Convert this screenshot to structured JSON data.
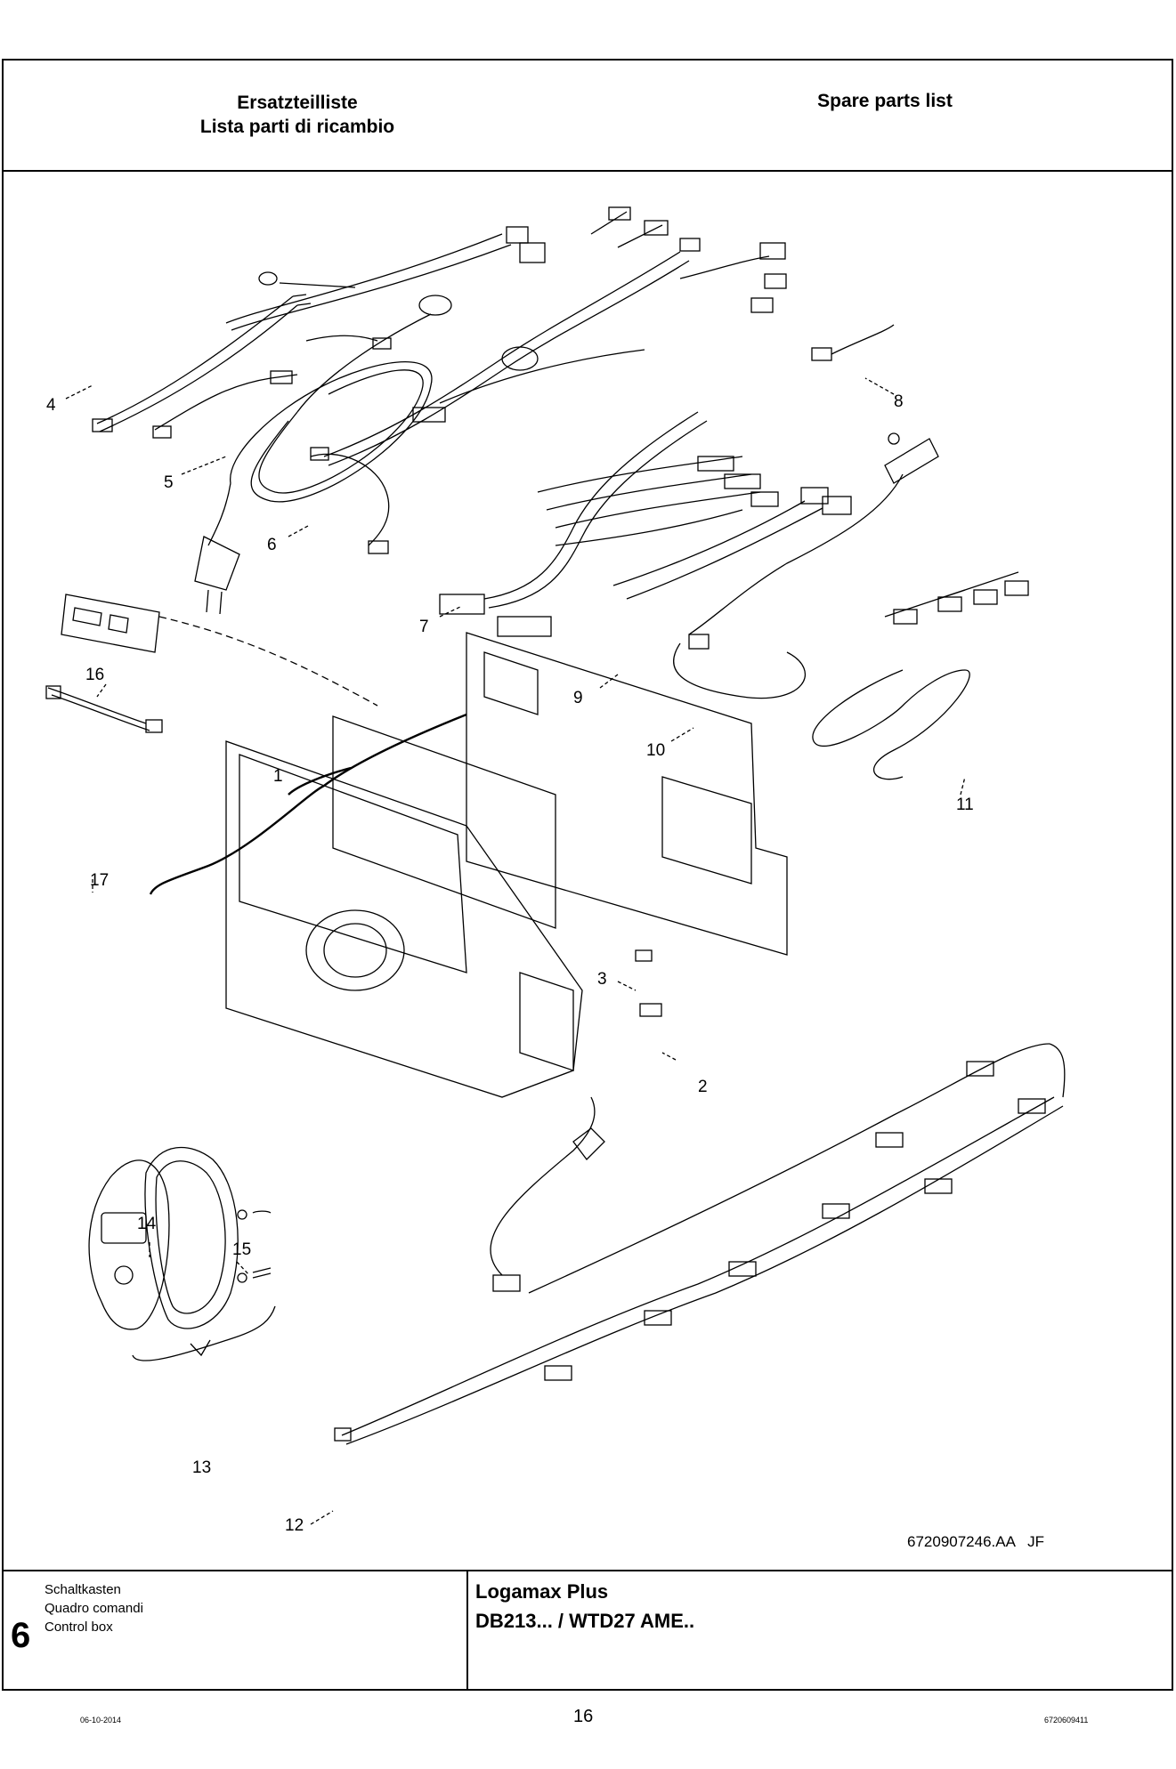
{
  "header": {
    "title_de": "Ersatzteilliste",
    "title_it": "Lista parti di ricambio",
    "title_en": "Spare parts list"
  },
  "drawing": {
    "part_numbers": [
      "4",
      "5",
      "6",
      "7",
      "8",
      "16",
      "9",
      "10",
      "11",
      "1",
      "17",
      "3",
      "2",
      "14",
      "15",
      "13",
      "12"
    ],
    "drawing_ref": "6720907246.AA   JF"
  },
  "footer": {
    "section_number": "6",
    "desc_de": "Schaltkasten",
    "desc_it": "Quadro comandi",
    "desc_en": "Control box",
    "model_line1": "Logamax Plus",
    "model_line2": "DB213... / WTD27 AME.."
  },
  "page": {
    "date": "06-10-2014",
    "number": "16",
    "doc_number": "6720609411"
  }
}
